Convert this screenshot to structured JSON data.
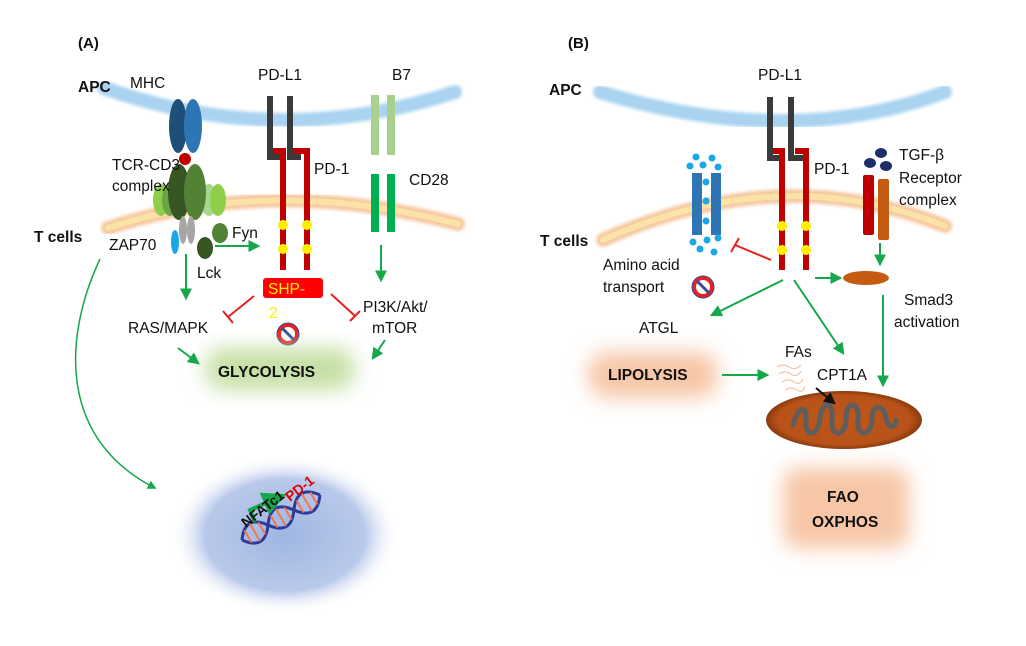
{
  "figure": {
    "panel_a": {
      "label": "(A)",
      "apc": "APC",
      "t_cells": "T cells",
      "mhc": "MHC",
      "pd_l1": "PD-L1",
      "b7": "B7",
      "tcr_cd3_line1": "TCR-CD3",
      "tcr_cd3_line2": "complex",
      "pd1": "PD-1",
      "cd28": "CD28",
      "fyn": "Fyn",
      "zap70": "ZAP70",
      "lck": "Lck",
      "shp2_line1": "SHP-",
      "shp2_line2": "2",
      "ras_mapk": "RAS/MAPK",
      "pi3k_line1": "PI3K/Akt/",
      "pi3k_line2": "mTOR",
      "glycolysis": "GLYCOLYSIS",
      "nfatc1": "NFATc1",
      "pd1_gene": "PD-1"
    },
    "panel_b": {
      "label": "(B)",
      "apc": "APC",
      "t_cells": "T cells",
      "pd_l1": "PD-L1",
      "pd1": "PD-1",
      "tgfb_line1": "TGF-β",
      "tgfb_line2": "Receptor",
      "tgfb_line3": "complex",
      "amino_line1": "Amino  acid",
      "amino_line2": "transport",
      "atgl": "ATGL",
      "smad3_line1": "Smad3",
      "smad3_line2": "activation",
      "lipolysis": "LIPOLYSIS",
      "fas": "FAs",
      "cpt1a": "CPT1A",
      "fao": "FAO",
      "oxphos": "OXPHOS"
    },
    "colors": {
      "apc_membrane": "#a9d3f0",
      "tcell_membrane": "#f6c9a0",
      "pd1": "#c00000",
      "pdl1": "#3a3a3a",
      "activation_arrow": "#14a84a",
      "inhibition": "#e82020",
      "phospho": "#ffee00",
      "mitochondria": "#c0561a"
    }
  }
}
